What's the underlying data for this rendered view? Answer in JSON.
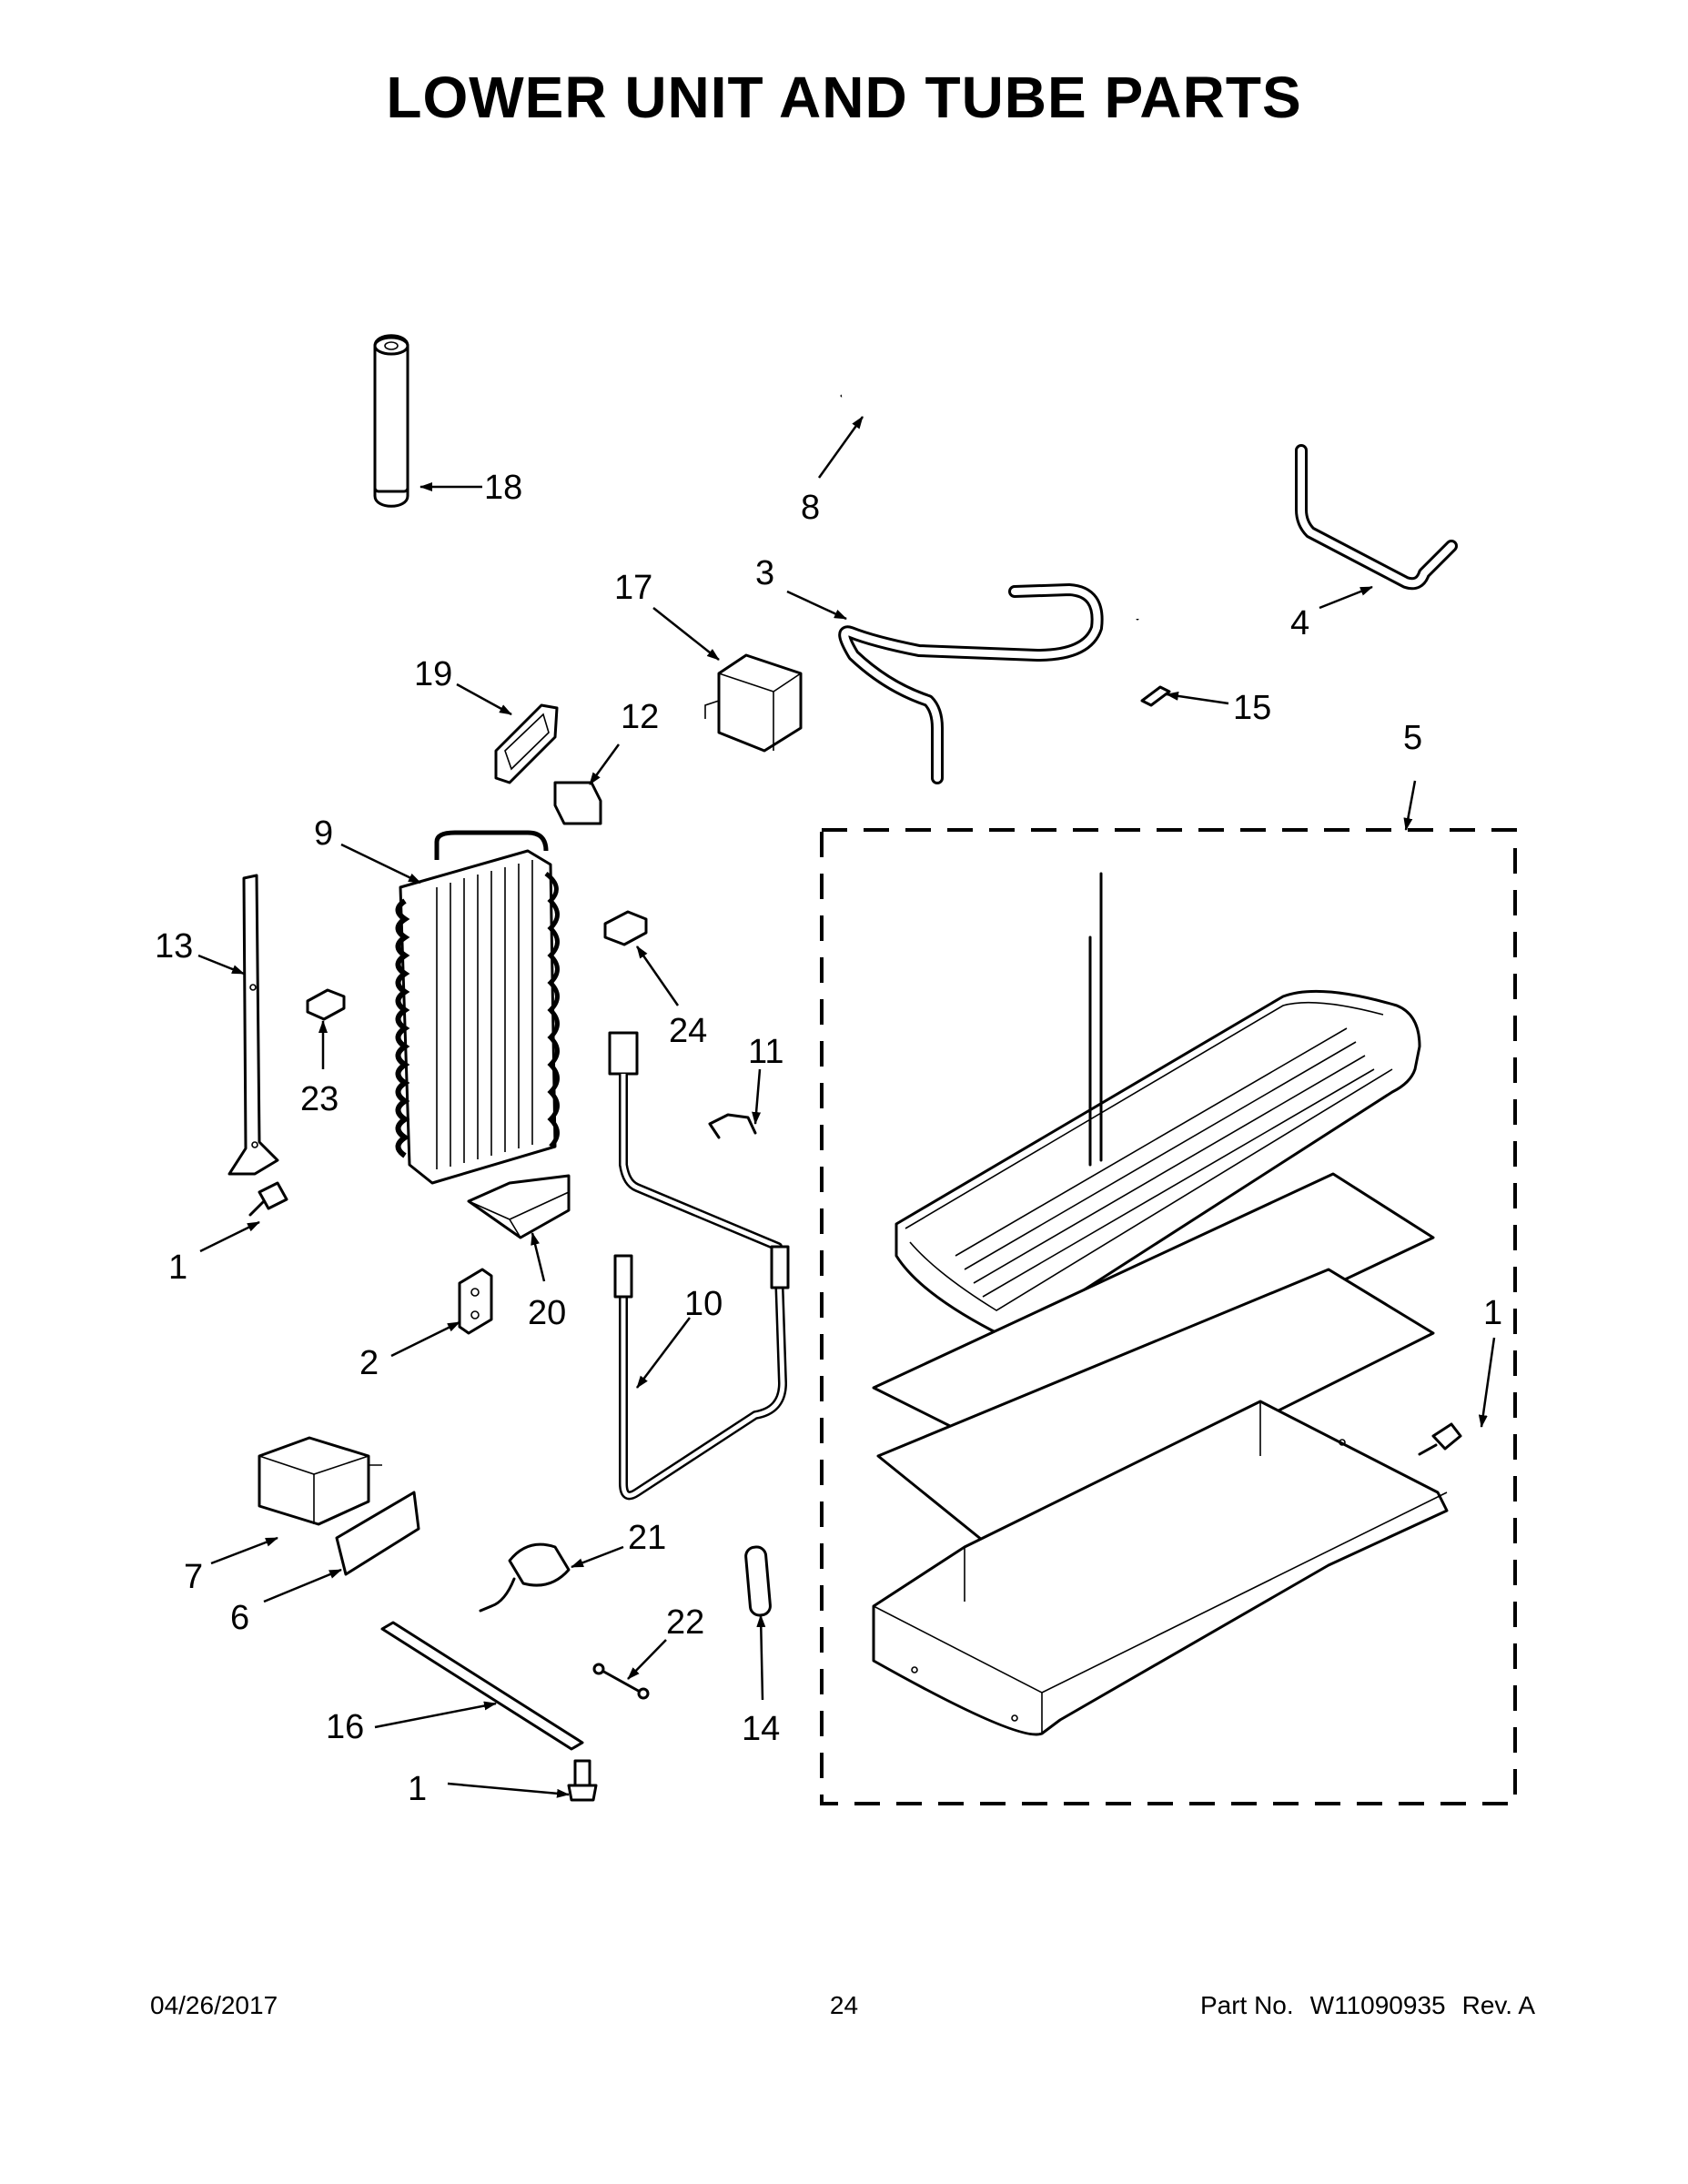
{
  "page": {
    "title": "LOWER UNIT AND TUBE PARTS",
    "footer": {
      "date": "04/26/2017",
      "page_number": "24",
      "part_no_label": "Part No.",
      "part_no": "W11090935",
      "revision": "Rev. A"
    }
  },
  "callouts": [
    {
      "id": "c1a",
      "text": "1"
    },
    {
      "id": "c1b",
      "text": "1"
    },
    {
      "id": "c1c",
      "text": "1"
    },
    {
      "id": "c2",
      "text": "2"
    },
    {
      "id": "c3",
      "text": "3"
    },
    {
      "id": "c4",
      "text": "4"
    },
    {
      "id": "c5",
      "text": "5"
    },
    {
      "id": "c6",
      "text": "6"
    },
    {
      "id": "c7",
      "text": "7"
    },
    {
      "id": "c8",
      "text": "8"
    },
    {
      "id": "c9",
      "text": "9"
    },
    {
      "id": "c10",
      "text": "10"
    },
    {
      "id": "c11",
      "text": "11"
    },
    {
      "id": "c12",
      "text": "12"
    },
    {
      "id": "c13",
      "text": "13"
    },
    {
      "id": "c14",
      "text": "14"
    },
    {
      "id": "c15",
      "text": "15"
    },
    {
      "id": "c16",
      "text": "16"
    },
    {
      "id": "c17",
      "text": "17"
    },
    {
      "id": "c18",
      "text": "18"
    },
    {
      "id": "c19",
      "text": "19"
    },
    {
      "id": "c20",
      "text": "20"
    },
    {
      "id": "c21",
      "text": "21"
    },
    {
      "id": "c22",
      "text": "22"
    },
    {
      "id": "c23",
      "text": "23"
    },
    {
      "id": "c24",
      "text": "24"
    }
  ]
}
